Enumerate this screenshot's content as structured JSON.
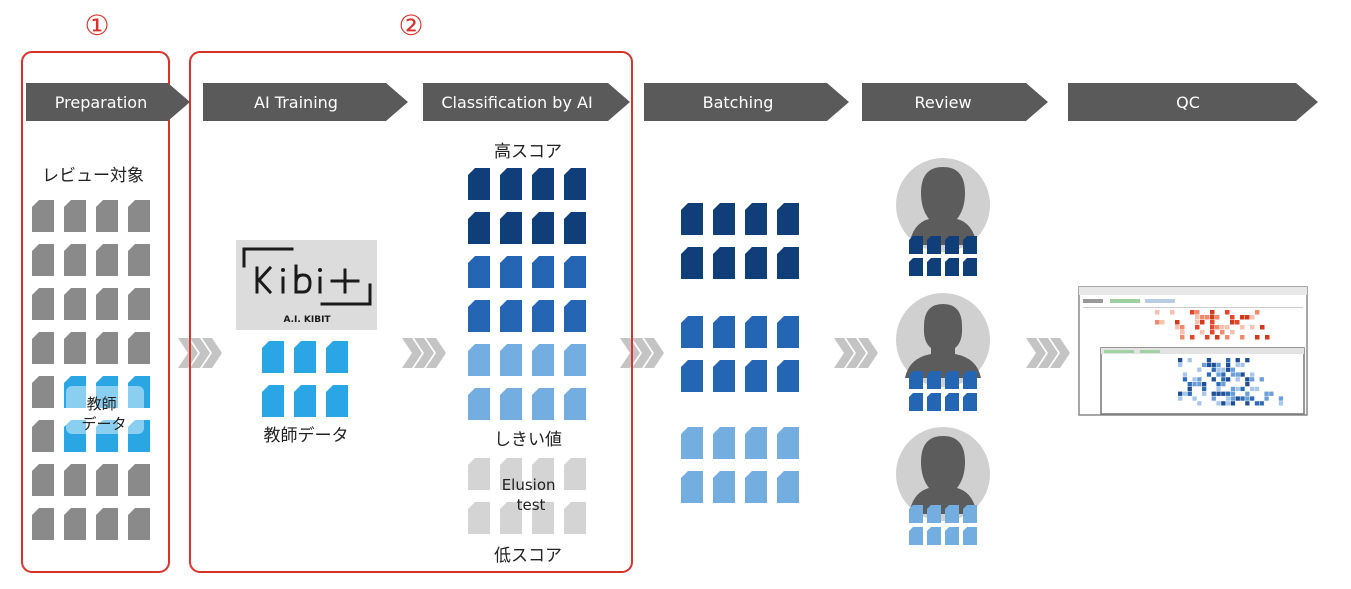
{
  "markers": {
    "one": "①",
    "two": "②"
  },
  "steps": [
    {
      "label": "Preparation"
    },
    {
      "label": "AI Training"
    },
    {
      "label": "Classification by AI"
    },
    {
      "label": "Batching"
    },
    {
      "label": "Review"
    },
    {
      "label": "QC"
    }
  ],
  "preparation": {
    "title": "レビュー対象",
    "overlay_label": "教師\nデータ"
  },
  "training": {
    "logo_caption": "A.I. KIBIT",
    "teacher_data": "教師データ"
  },
  "classification": {
    "high_score": "高スコア",
    "threshold": "しきい値",
    "elusion_test": "Elusion\ntest",
    "low_score": "低スコア"
  },
  "colors": {
    "step_bar": "#5a5a5a",
    "group_border": "#d9322b",
    "doc_gray": "#8a8a8a",
    "doc_light_gray": "#d4d4d4",
    "doc_dark_blue": "#0f3e78",
    "doc_mid_blue": "#2466b4",
    "doc_light_blue": "#74ade0",
    "doc_cyan": "#2aa6e4",
    "chevron": "#c4c4c4",
    "avatar_bg": "#d0d0d0",
    "avatar_fg": "#5c5c5c"
  }
}
